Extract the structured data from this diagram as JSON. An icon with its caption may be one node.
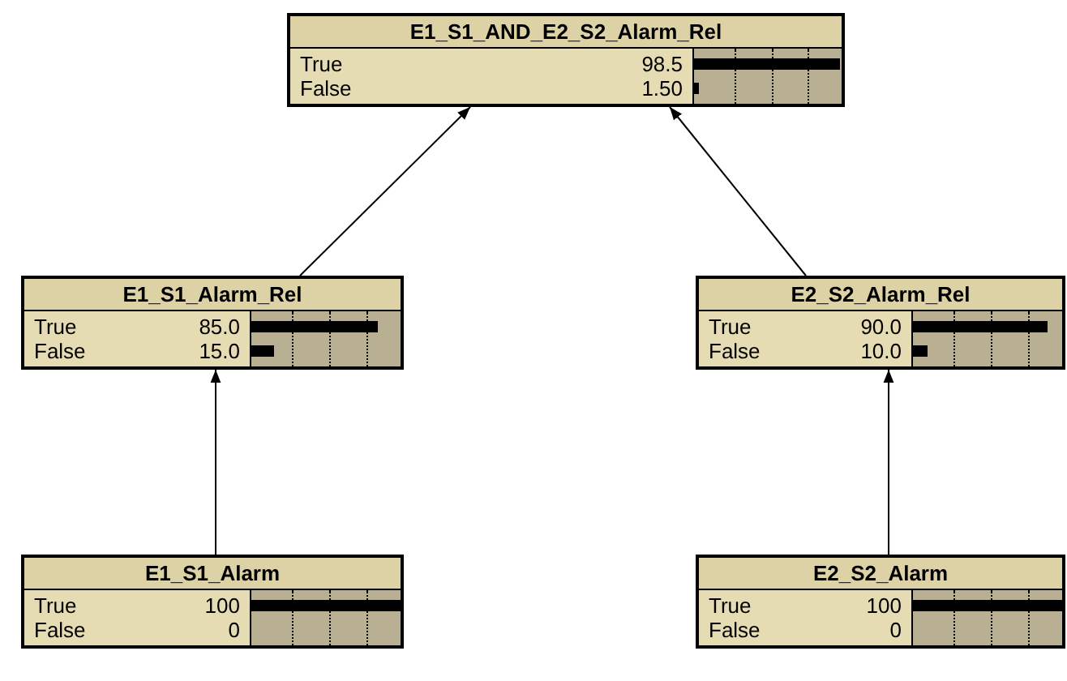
{
  "diagram": {
    "nodes": [
      {
        "text": [
          "E1_S1_AND_E2_S2_Alarm_Rel",
          "True",
          "98.5",
          "False",
          "1.50"
        ]
      },
      {
        "text": [
          "E1_S1_Alarm_Rel",
          "True",
          "85.0",
          "False",
          "15.0"
        ]
      },
      {
        "text": [
          "E2_S2_Alarm_Rel",
          "True",
          "90.0",
          "False",
          "10.0"
        ]
      },
      {
        "text": [
          "E1_S1_Alarm",
          "True",
          "100",
          "False",
          "0"
        ]
      },
      {
        "text": [
          "E2_S2_Alarm",
          "True",
          "100",
          "False",
          "0"
        ]
      }
    ],
    "edges": [
      {
        "from": 1,
        "to": 0,
        "arrow": "to"
      },
      {
        "from": 2,
        "to": 0,
        "arrow": "to"
      },
      {
        "from": 3,
        "to": 1,
        "arrow": "to"
      },
      {
        "from": 4,
        "to": 2,
        "arrow": "to"
      }
    ]
  }
}
